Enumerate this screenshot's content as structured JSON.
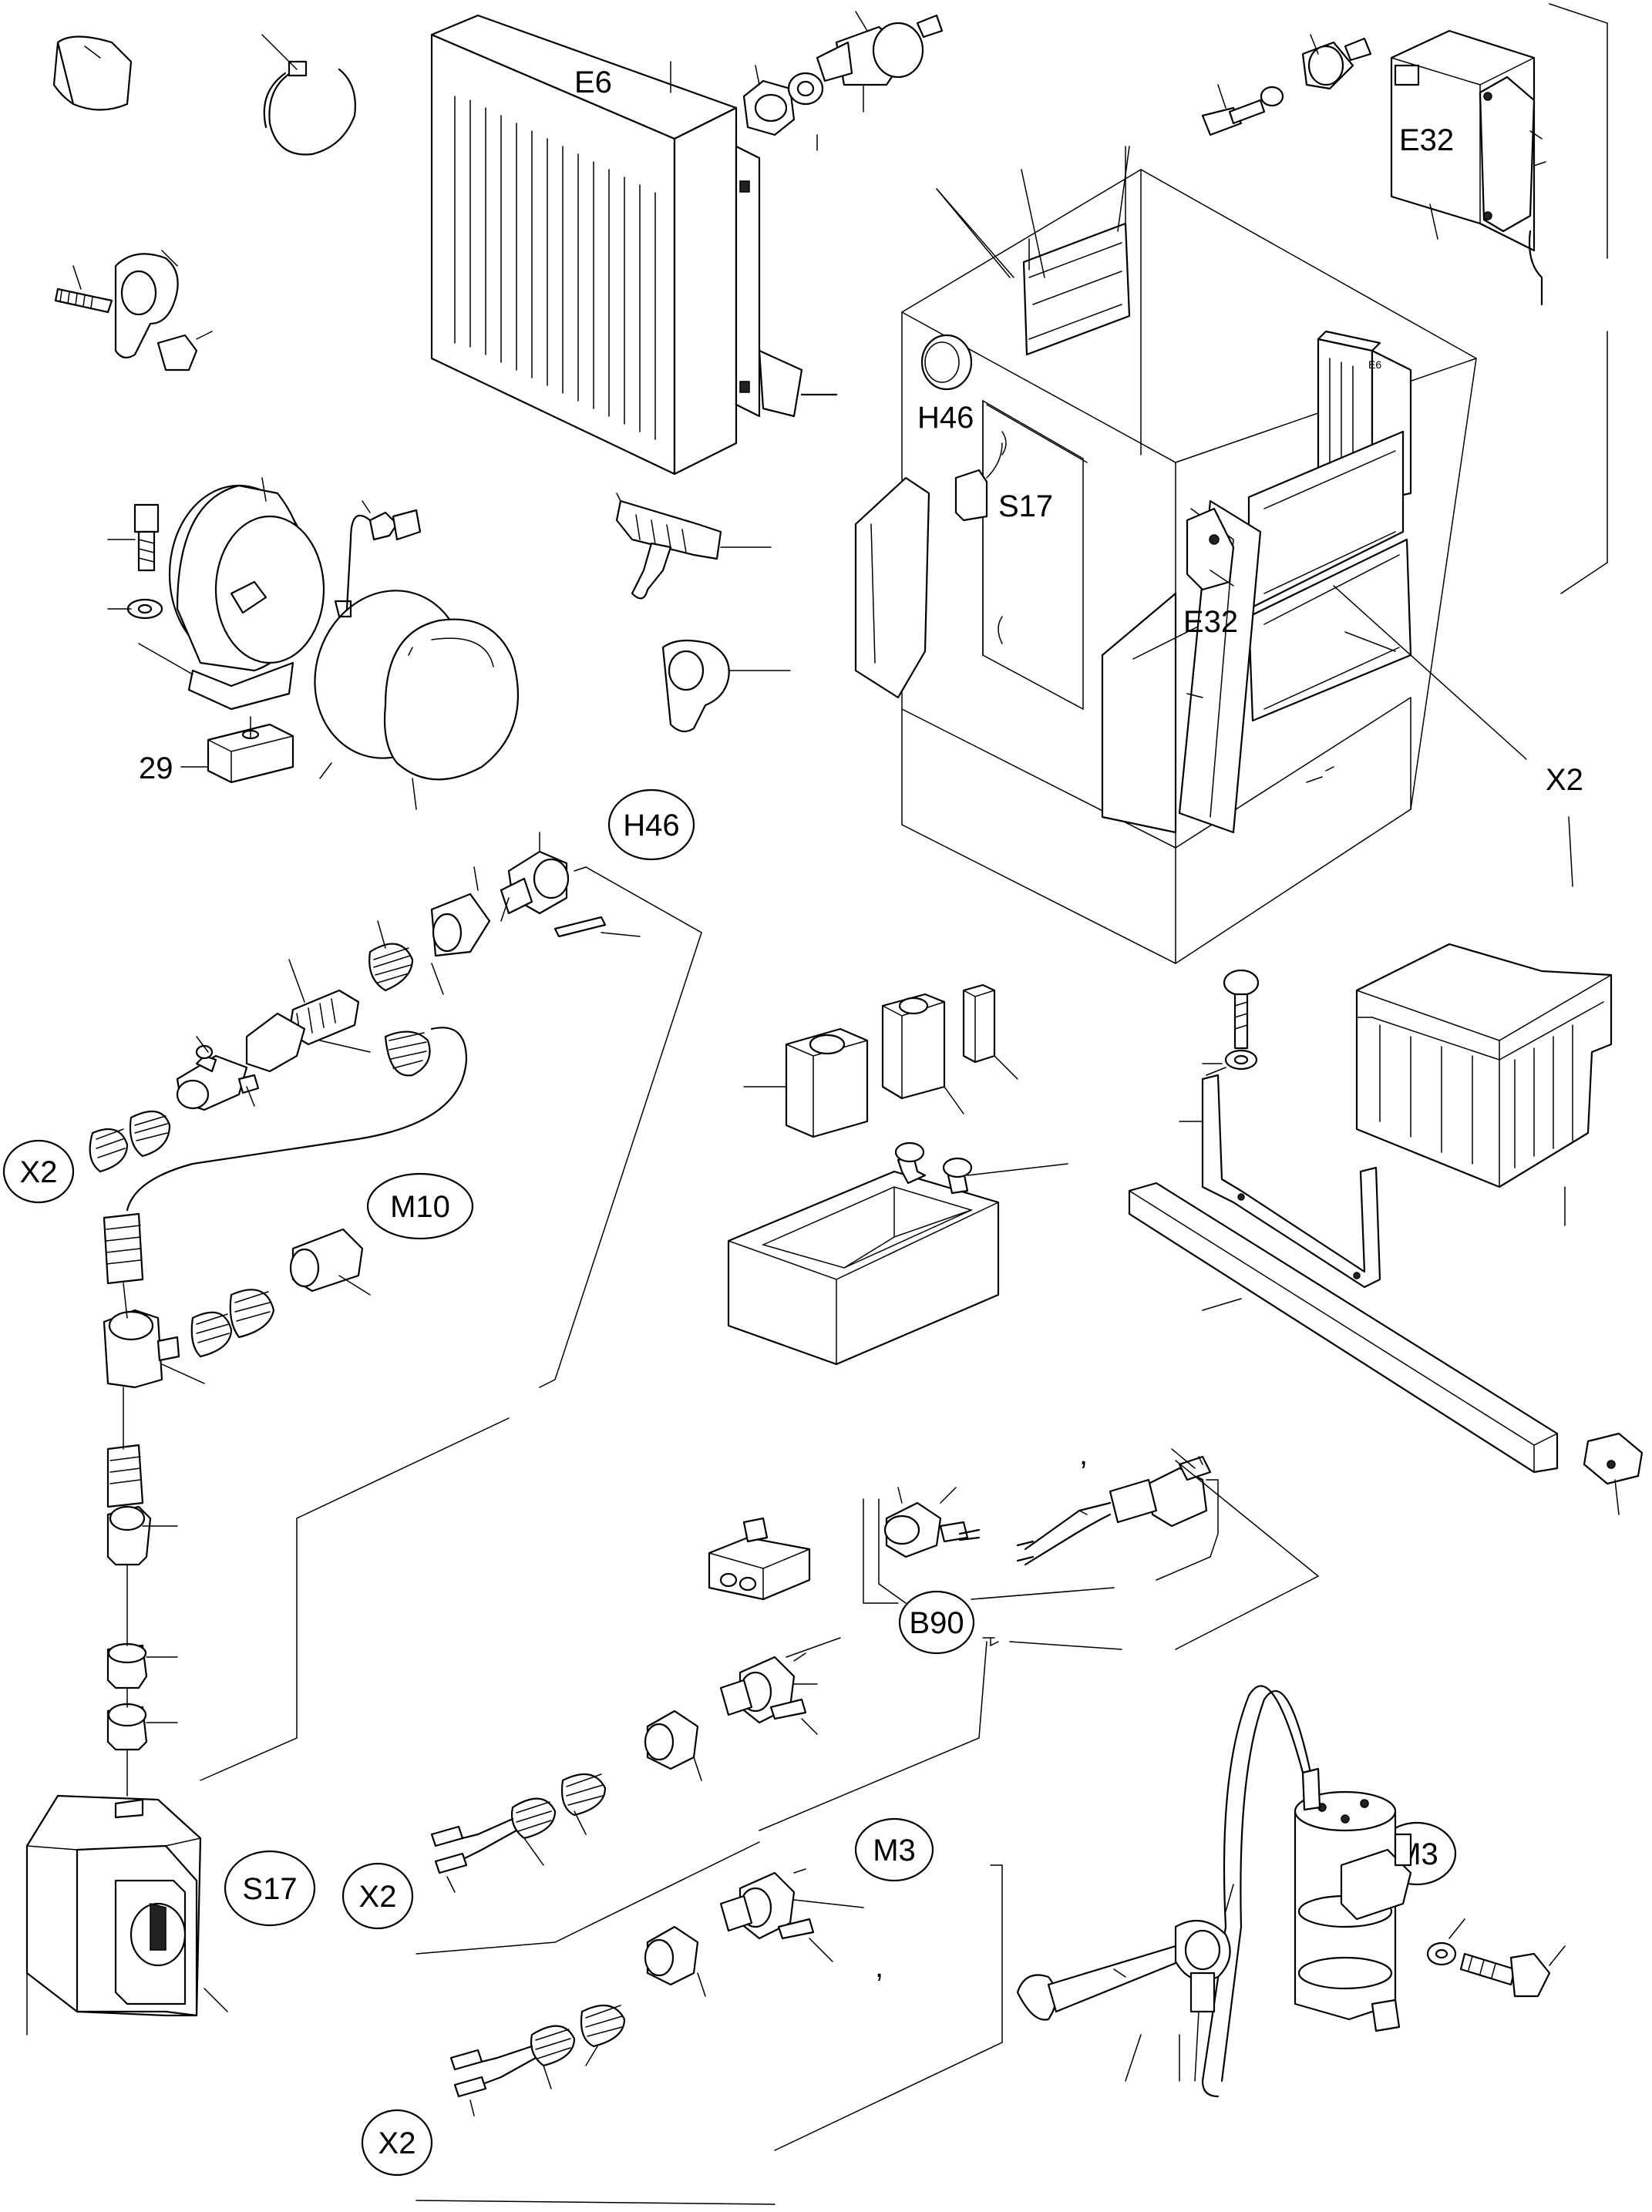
{
  "labels": {
    "e6_main": "E6",
    "e6_small": "E6",
    "e32_top": "E32",
    "e32_cab": "E32",
    "h46_cab": "H46",
    "s17_cab": "S17",
    "x2_cab": "X2",
    "part_29": "29",
    "h46_bubble": "H46",
    "x2_bubble_1": "X2",
    "m10_bubble": "M10",
    "s17_bubble": "S17",
    "x2_bubble_2": "X2",
    "b90_bubble": "B90",
    "m3_bubble_1": "M3",
    "m3_bubble_2": "M3",
    "x2_bubble_3": "X2",
    "comma_1": ",",
    "comma_2": ","
  }
}
